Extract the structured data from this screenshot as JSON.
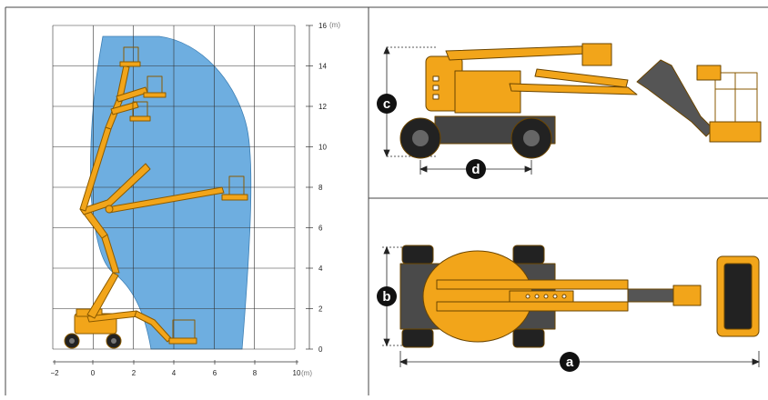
{
  "reach_chart": {
    "x_axis": {
      "tick_labels": [
        "−2",
        "0",
        "2",
        "4",
        "6",
        "8",
        "10"
      ],
      "unit_label": "(m)"
    },
    "y_axis": {
      "tick_labels": [
        "0",
        "2",
        "4",
        "6",
        "8",
        "10",
        "12",
        "14",
        "16"
      ],
      "unit_label": "(m)"
    },
    "colors": {
      "envelope": "#6eaee0",
      "machine": "#f2a51a",
      "grid": "#333333"
    }
  },
  "dimensions": {
    "side_view": {
      "height_marker": "c",
      "wheelbase_marker": "d"
    },
    "top_view": {
      "width_marker": "b",
      "length_marker": "a"
    },
    "marker_color": "#111111"
  }
}
